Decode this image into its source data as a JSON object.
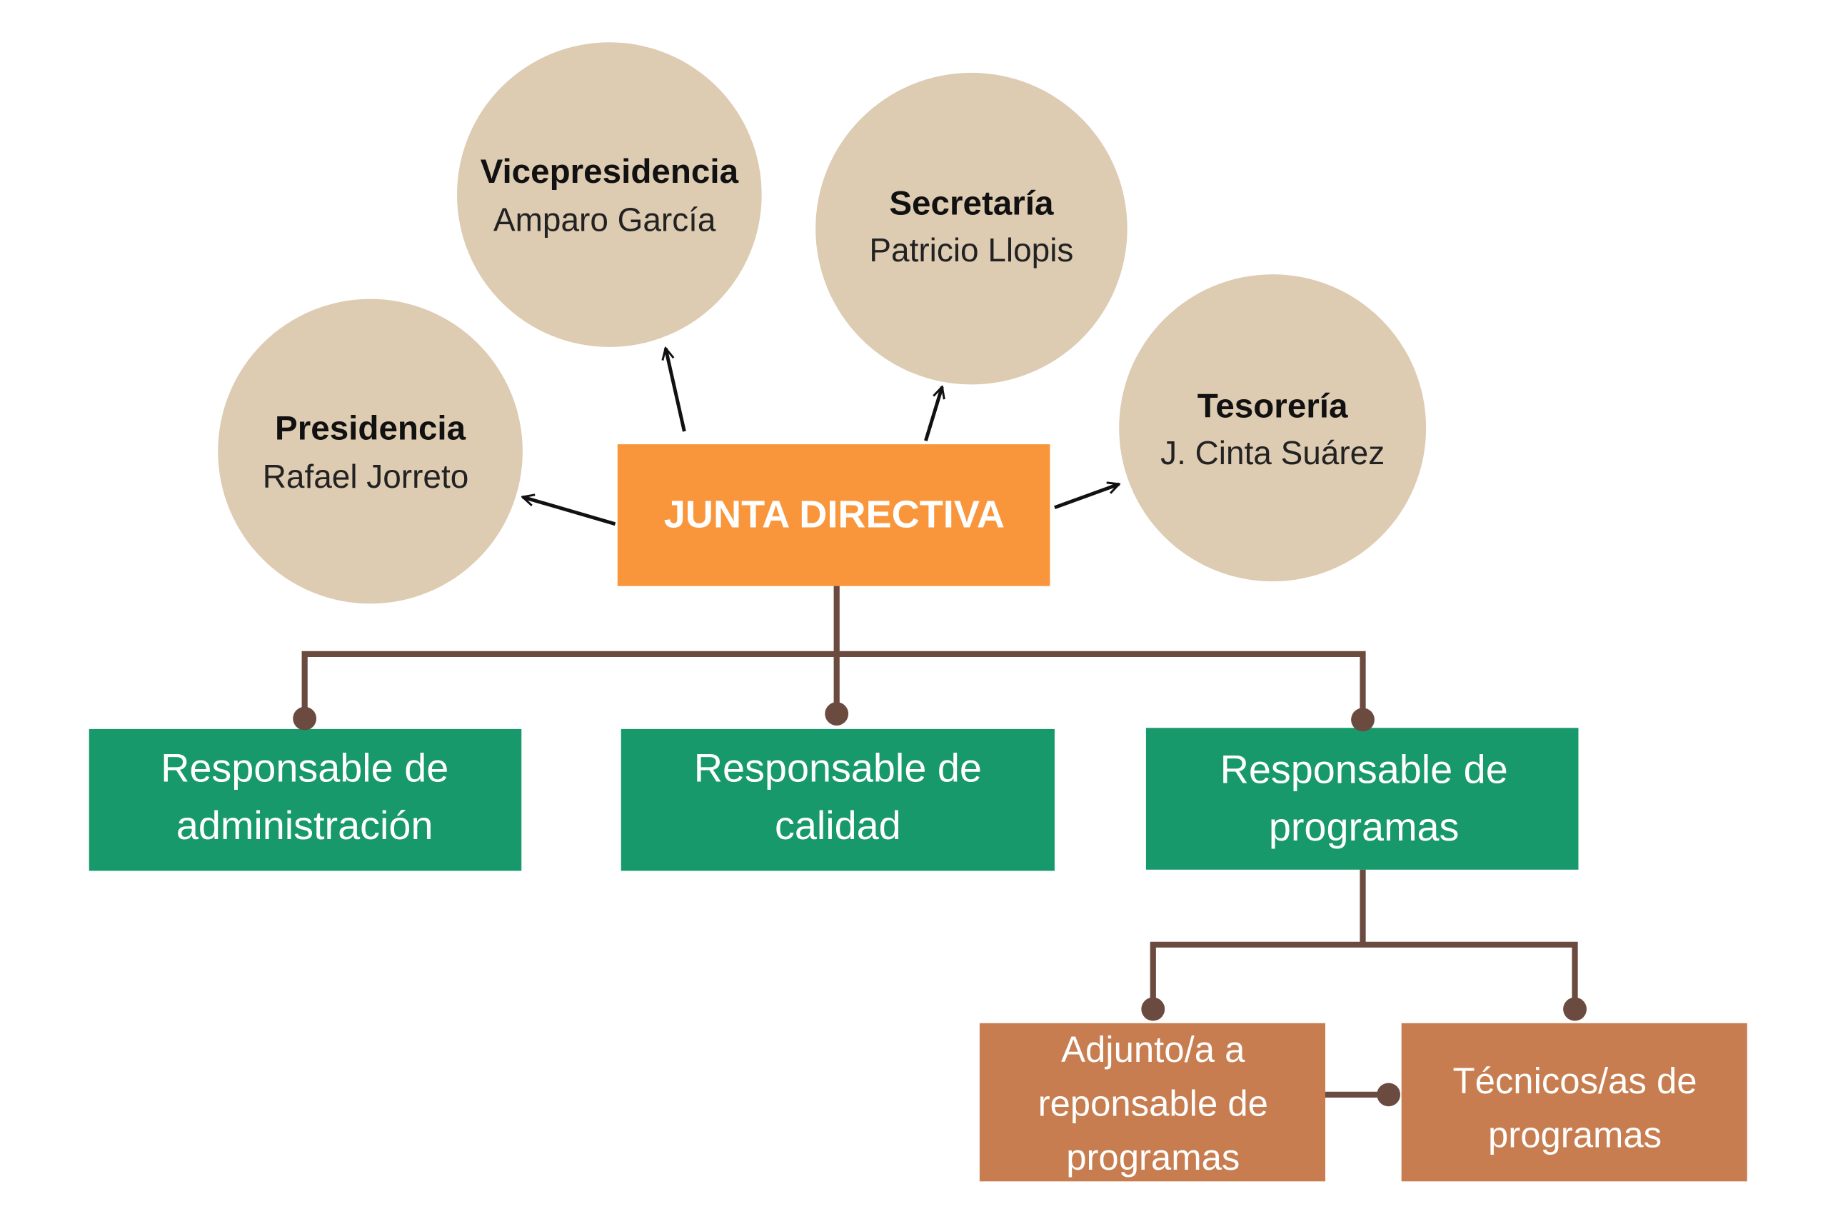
{
  "colors": {
    "circle": "#DDCBB2",
    "junta": "#F9963B",
    "green": "#17996C",
    "brown": "#C77D4F",
    "connector": "#6B4A40",
    "arrow": "#111111"
  },
  "center": {
    "label": "JUNTA DIRECTIVA"
  },
  "officers": [
    {
      "role": "Presidencia",
      "name": "Rafael Jorreto"
    },
    {
      "role": "Vicepresidencia",
      "name": "Amparo García"
    },
    {
      "role": "Secretaría",
      "name": "Patricio Llopis"
    },
    {
      "role": "Tesorería",
      "name": "J. Cinta Suárez"
    }
  ],
  "managers": [
    {
      "line1": "Responsable de",
      "line2": "administración"
    },
    {
      "line1": "Responsable de",
      "line2": "calidad"
    },
    {
      "line1": "Responsable de",
      "line2": "programas"
    }
  ],
  "staff": [
    {
      "line1": "Adjunto/a a",
      "line2": "reponsable de",
      "line3": "programas"
    },
    {
      "line1": "Técnicos/as de",
      "line2": "programas"
    }
  ]
}
